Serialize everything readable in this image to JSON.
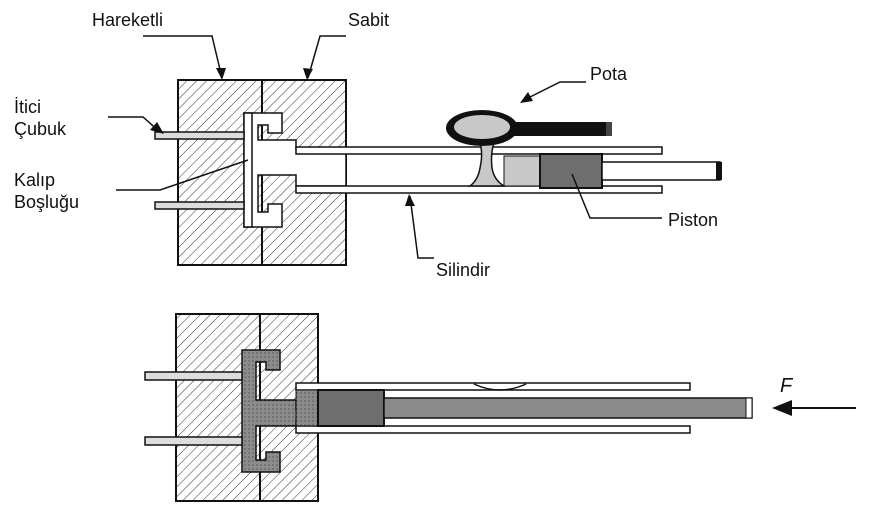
{
  "labels": {
    "hareketli": "Hareketli",
    "sabit": "Sabit",
    "itici_line1": "İtici",
    "itici_line2": "Çubuk",
    "kalip_line1": "Kalıp",
    "kalip_line2": "Boşluğu",
    "pota": "Pota",
    "piston": "Piston",
    "silindir": "Silindir",
    "force": "F"
  },
  "colors": {
    "line": "#111111",
    "metal": "#c8c8c8",
    "piston": "#6e6e6e",
    "rod": "#8a8a8a",
    "casting": "#8c8c8c",
    "background": "#ffffff"
  }
}
